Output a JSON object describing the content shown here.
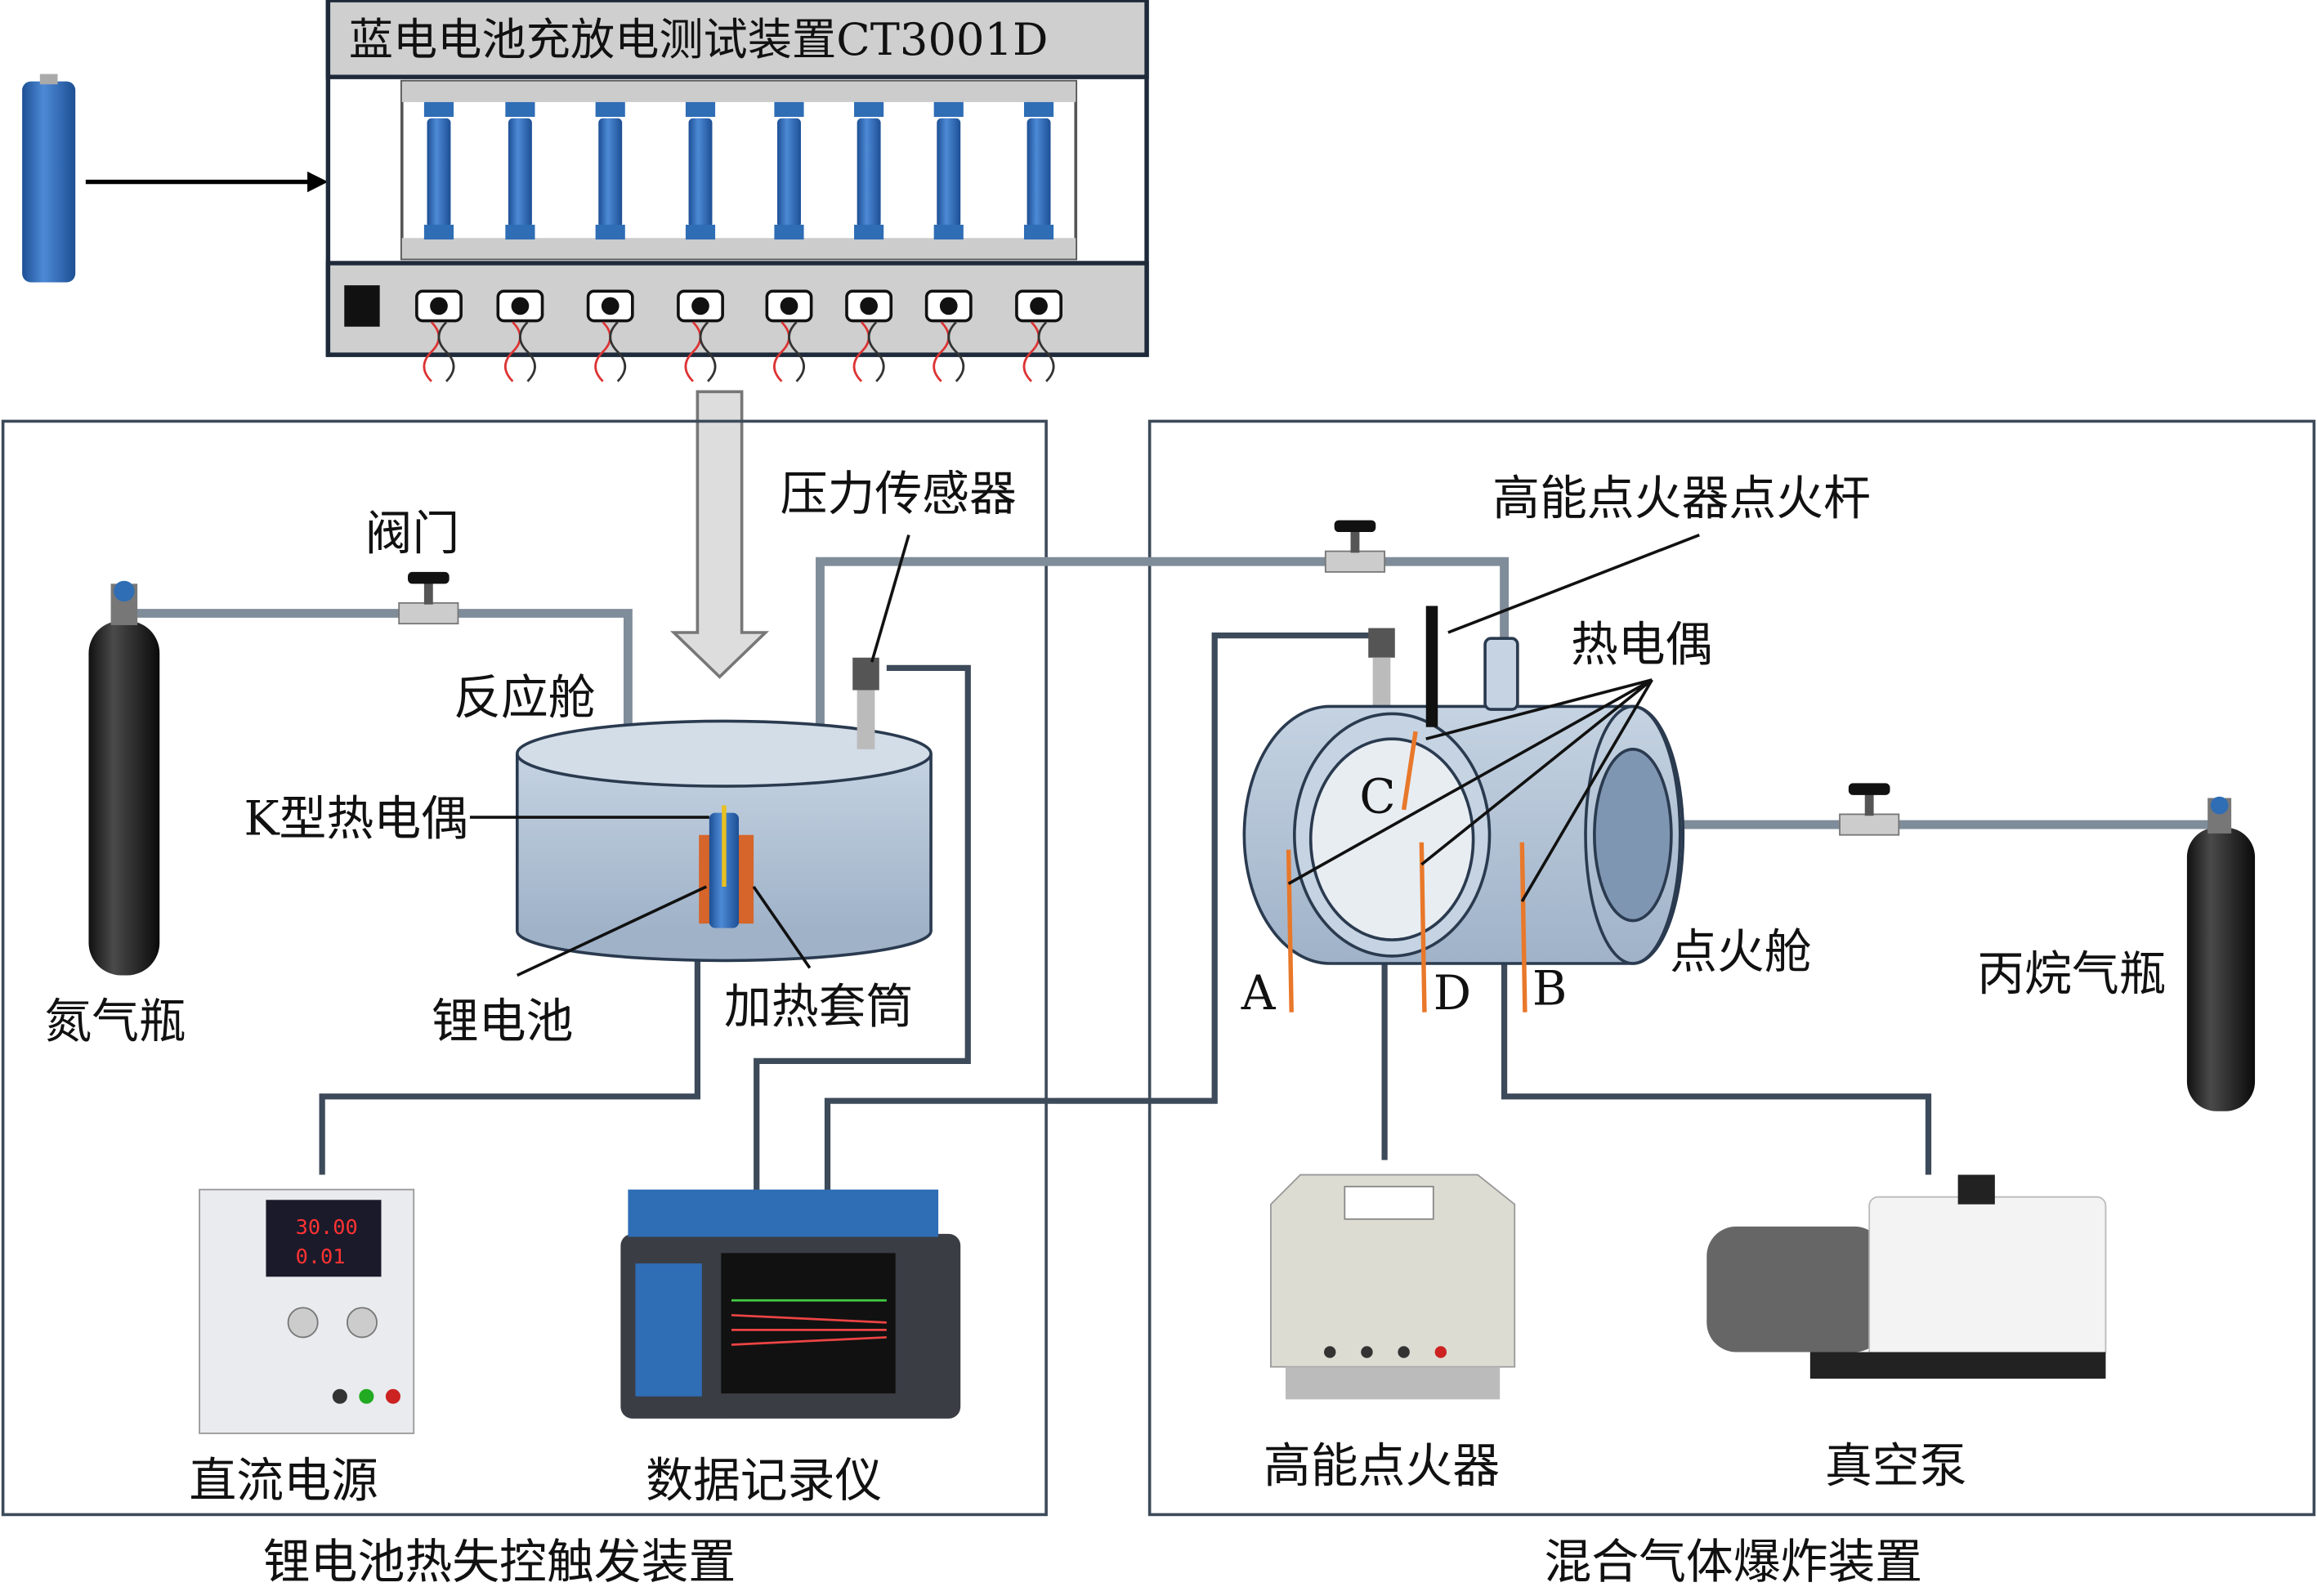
{
  "tester": {
    "title": "蓝电电池充放电测试装置CT3001D",
    "channels": 8
  },
  "left_panel": {
    "caption": "锂电池热失控触发装置",
    "labels": {
      "valve": "阀门",
      "pressure_sensor": "压力传感器",
      "reactor": "反应舱",
      "k_thermocouple": "K型热电偶",
      "nitrogen": "氮气瓶",
      "battery": "锂电池",
      "sleeve": "加热套筒",
      "dc_power": "直流电源",
      "logger": "数据记录仪"
    },
    "power_display": [
      "30.00",
      "0.01"
    ]
  },
  "right_panel": {
    "caption": "混合气体爆炸装置",
    "labels": {
      "igniter_rod": "高能点火器点火杆",
      "thermocouple": "热电偶",
      "chamber": "点火舱",
      "propane": "丙烷气瓶",
      "igniter": "高能点火器",
      "vacuum_pump": "真空泵",
      "A": "A",
      "B": "B",
      "C": "C",
      "D": "D"
    }
  },
  "colors": {
    "battery": "#2f6db5",
    "pipe": "#7f8c99",
    "thermocouple": "#e8782a",
    "chamber": "#aebfd3",
    "frame": "#1e2a3a"
  }
}
